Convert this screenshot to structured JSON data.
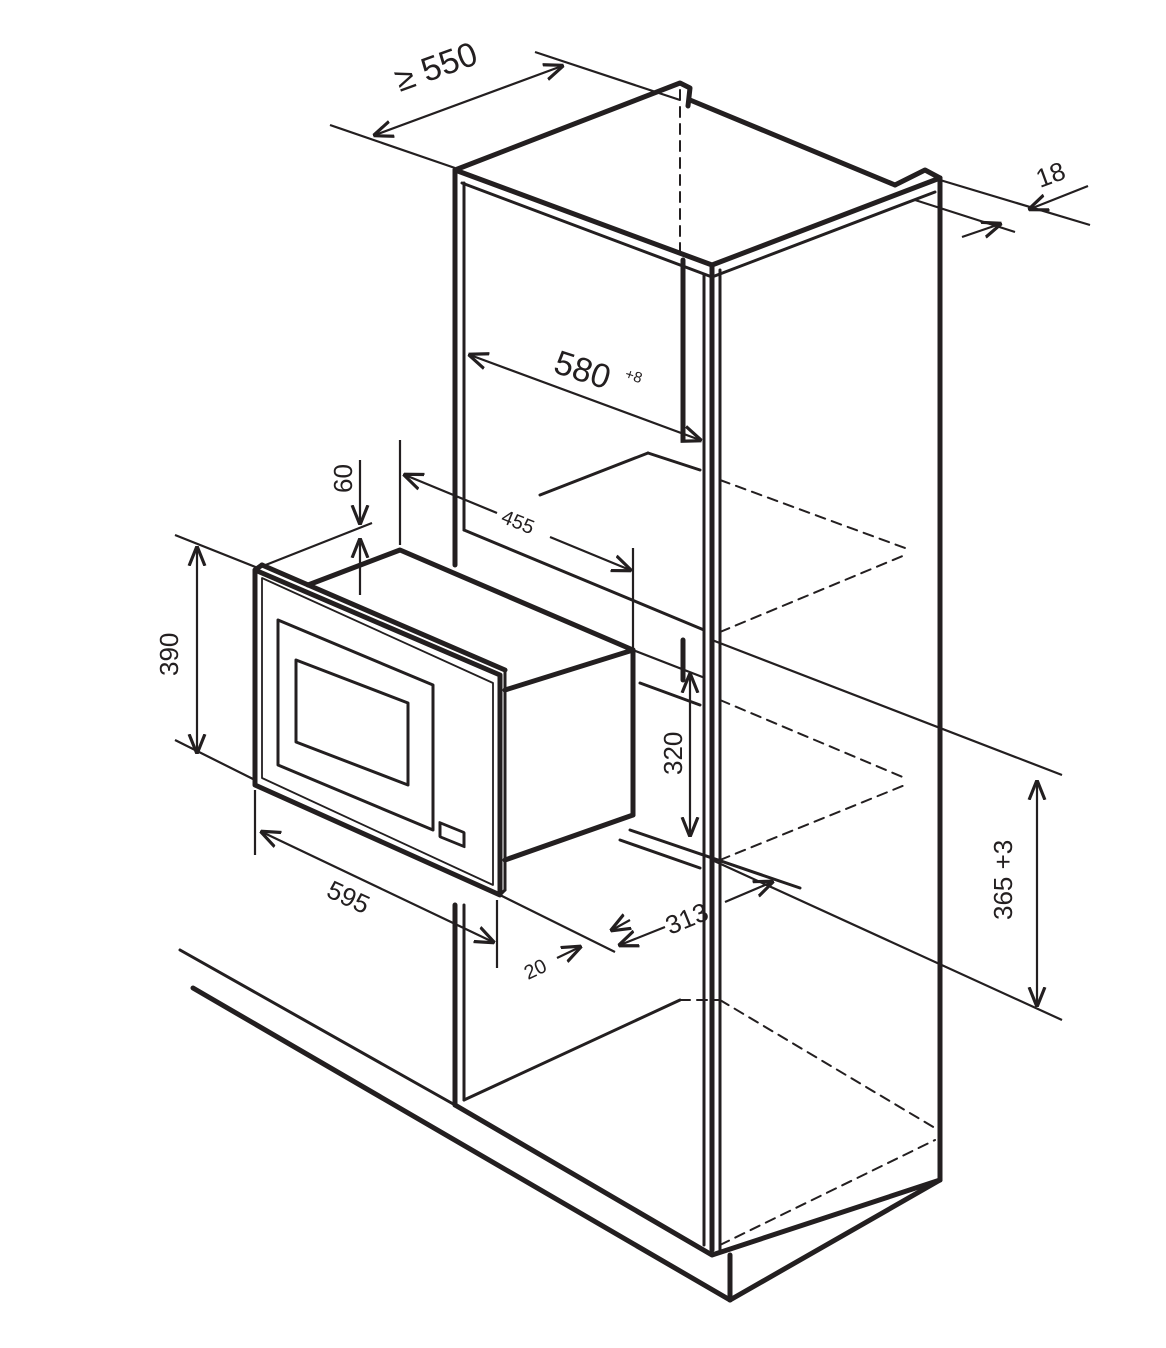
{
  "colors": {
    "line": "#231f20",
    "background": "#ffffff"
  },
  "dimensions": {
    "min_depth": "≥ 550",
    "panel_thickness": "18",
    "opening_width": "580",
    "opening_width_tol": "+8",
    "top_gap": "60",
    "appliance_depth": "455",
    "appliance_height": "390",
    "body_height": "320",
    "appliance_width": "595",
    "front_offset": "20",
    "side_depth": "313",
    "opening_height": "365 +3"
  }
}
